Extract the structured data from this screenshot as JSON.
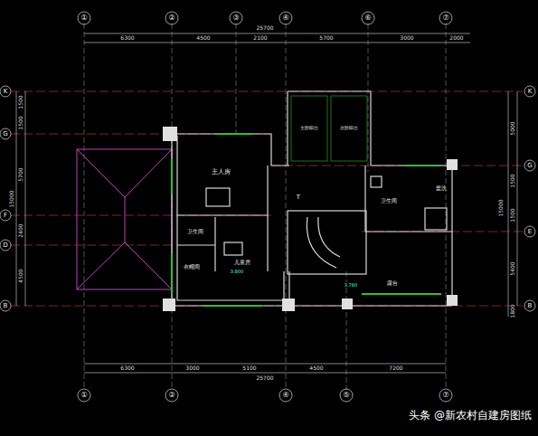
{
  "diagram": {
    "labels": [
      "①",
      "②",
      "③",
      "④",
      "⑥",
      "⑦",
      "25700",
      "6300",
      "4500",
      "2100",
      "5700",
      "3000",
      "2000",
      "6300",
      "3000",
      "5100",
      "4500",
      "7200",
      "25700",
      "①",
      "②",
      "④",
      "⑤",
      "⑦",
      "K",
      "G",
      "F",
      "D",
      "B",
      "K",
      "G",
      "E",
      "B",
      "1500",
      "1500",
      "5700",
      "2400",
      "4500",
      "15000",
      "5000",
      "1500",
      "1500",
      "5400",
      "1800",
      "15000",
      "主人房",
      "卫生间",
      "衣帽间",
      "儿童房",
      "3.800",
      "主卧阳台",
      "次卧阳台",
      "T",
      "卫生间",
      "盥洗",
      "露台",
      "3.780",
      "头条 @新农村自建房图纸"
    ]
  }
}
